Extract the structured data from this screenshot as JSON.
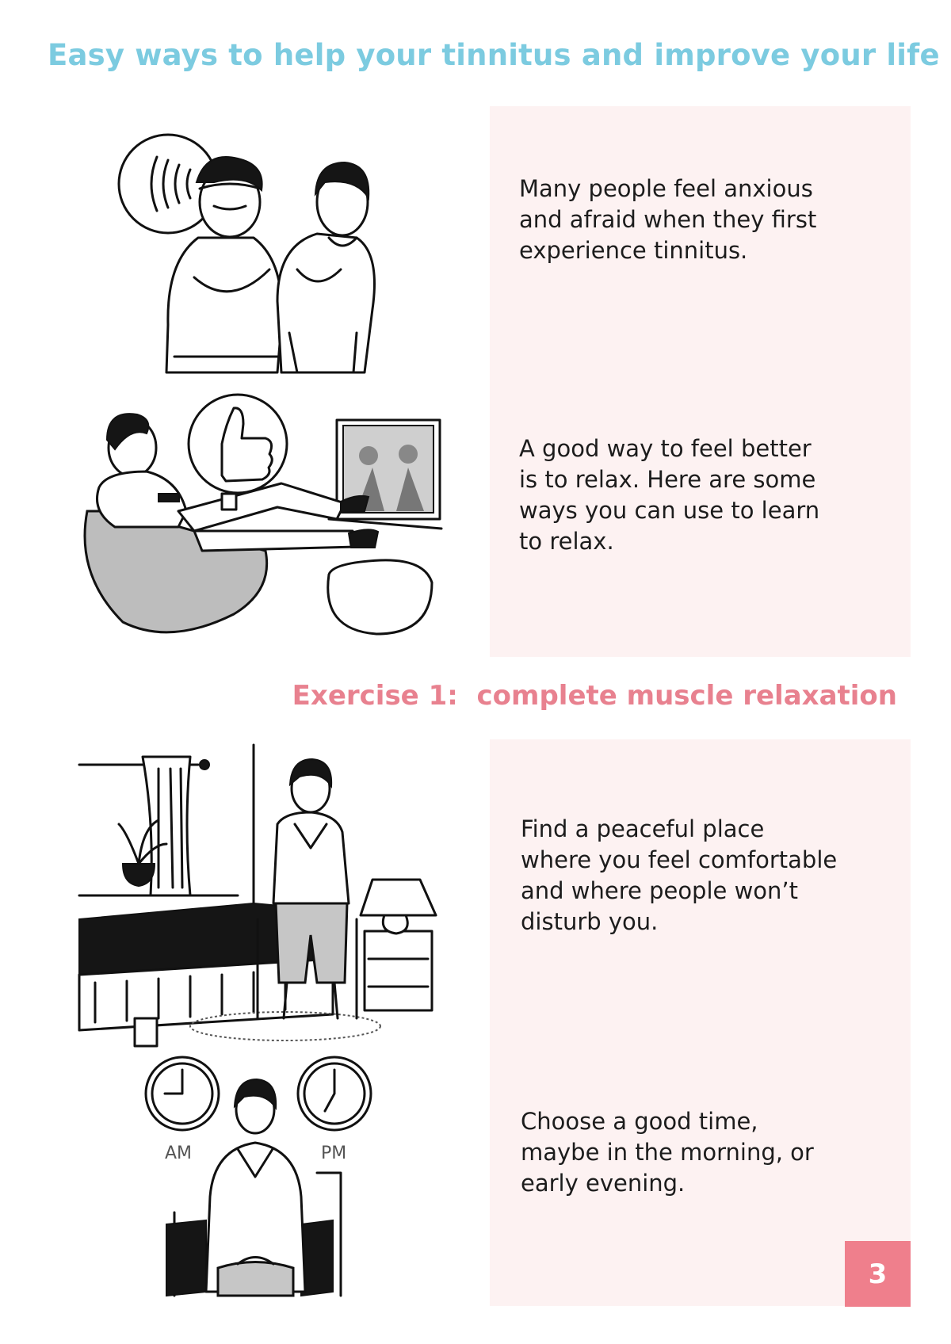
{
  "page": {
    "title": "Easy ways to help your tinnitus and improve your life",
    "exercise_heading": "Exercise 1:  complete muscle relaxation",
    "page_number": "3"
  },
  "paragraphs": [
    "Many people feel anxious\nand afraid when they first\nexperience tinnitus.",
    "A good way to feel better\nis to relax. Here are some\nways you can use to learn\nto relax.",
    "Find a peaceful place\nwhere you feel comfortable\nand where people won’t\ndisturb you.",
    "Choose a good time,\nmaybe in the morning, or\nearly evening."
  ],
  "illustrations": {
    "clock_am_label": "AM",
    "clock_pm_label": "PM"
  },
  "colors": {
    "title": "#7ccbe0",
    "exercise": "#e8818f",
    "panel": "#fdf2f2",
    "page_badge": "#ef7f8c"
  }
}
